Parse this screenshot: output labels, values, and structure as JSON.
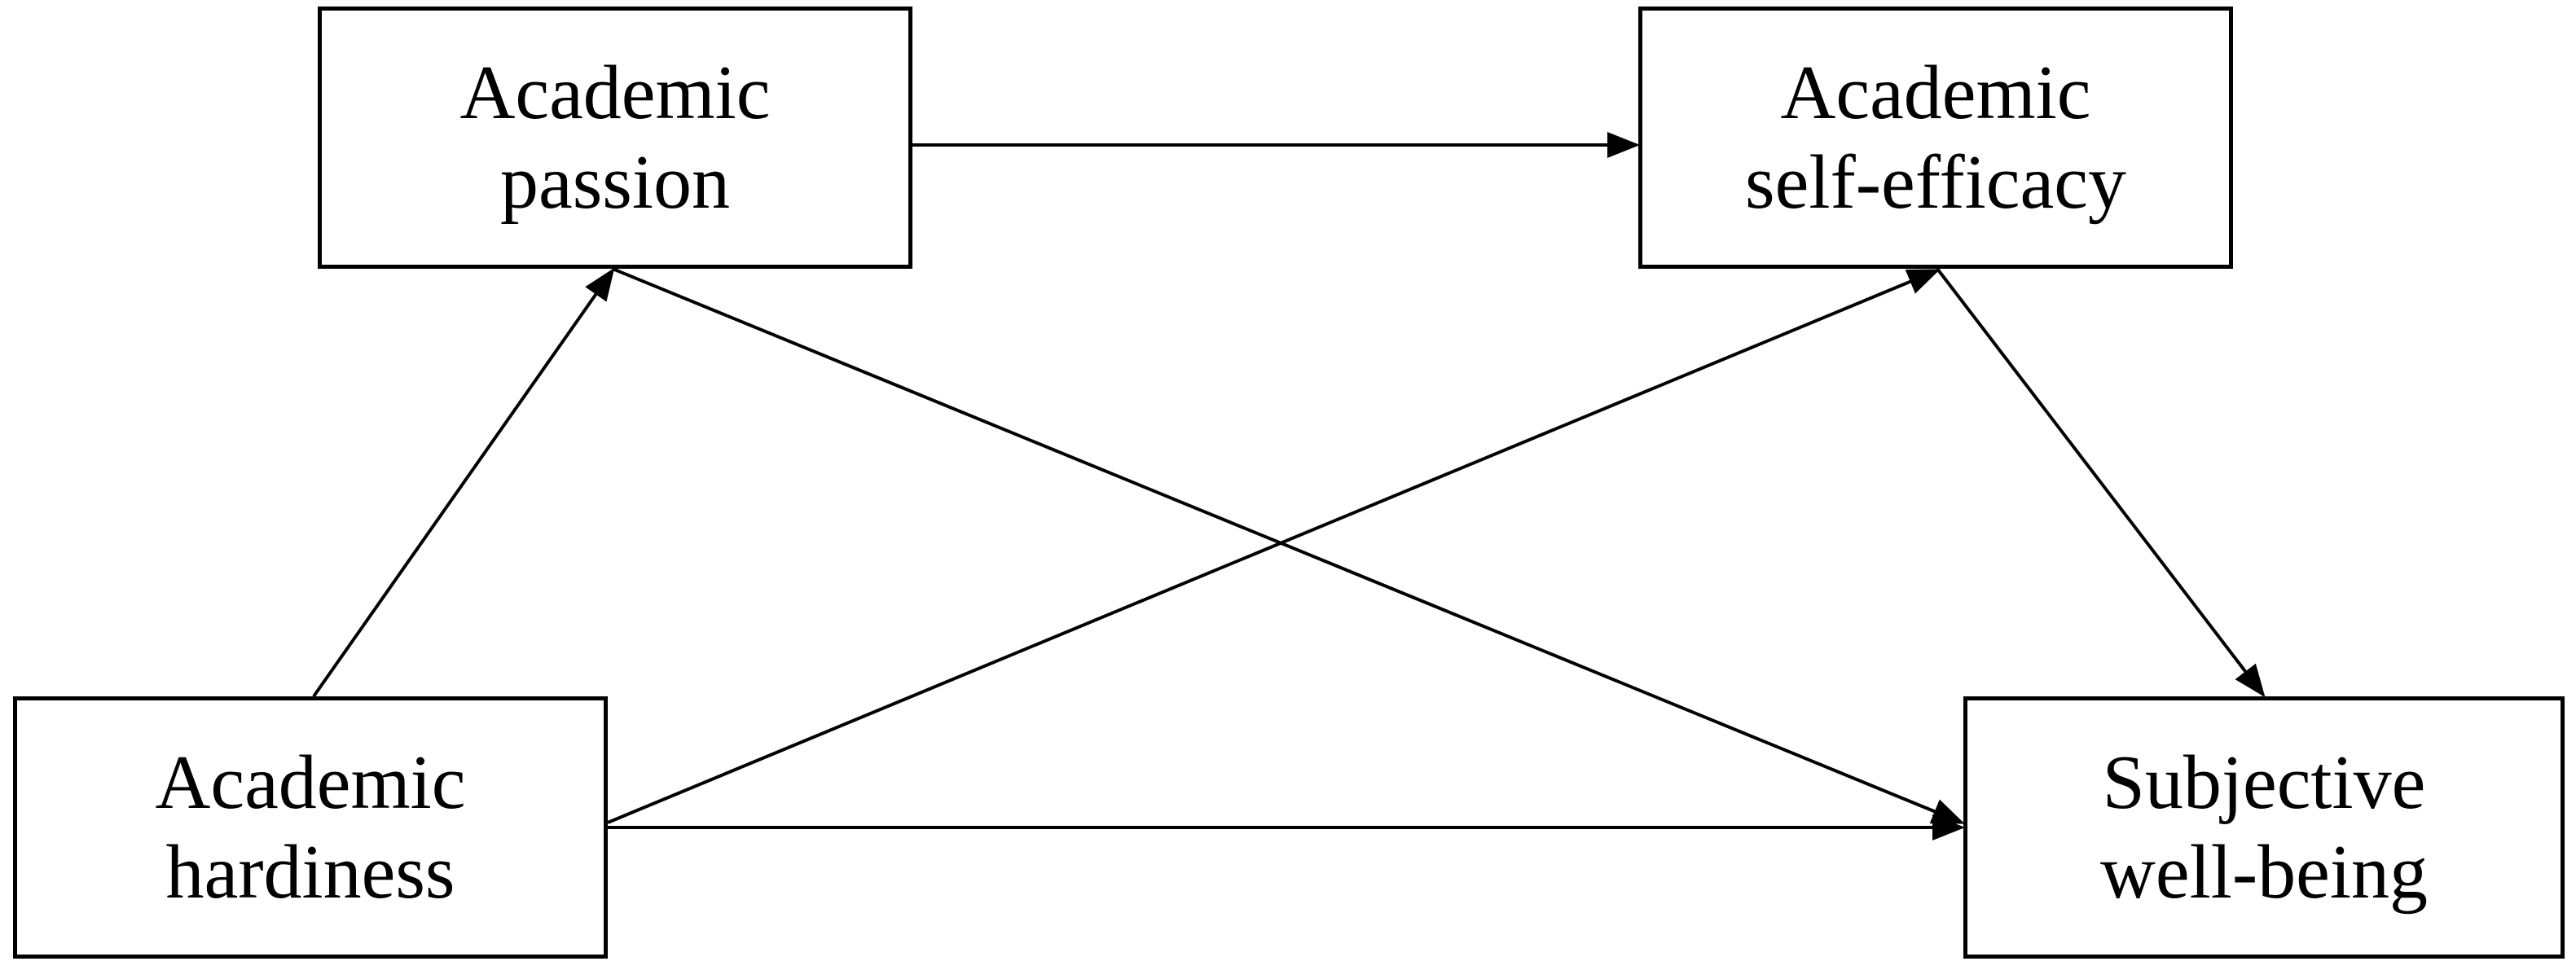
{
  "nodes": {
    "passion": {
      "line1": "Academic",
      "line2": "passion"
    },
    "efficacy": {
      "line1": "Academic",
      "line2": "self-efficacy"
    },
    "hardiness": {
      "line1": "Academic",
      "line2": "hardiness"
    },
    "wellbeing": {
      "line1": "Subjective",
      "line2": "well-being"
    }
  },
  "edges": [
    {
      "from": "passion",
      "to": "efficacy"
    },
    {
      "from": "hardiness",
      "to": "passion"
    },
    {
      "from": "passion",
      "to": "wellbeing"
    },
    {
      "from": "hardiness",
      "to": "efficacy"
    },
    {
      "from": "efficacy",
      "to": "wellbeing"
    },
    {
      "from": "hardiness",
      "to": "wellbeing"
    }
  ],
  "colors": {
    "line": "#000000",
    "background": "#ffffff"
  }
}
